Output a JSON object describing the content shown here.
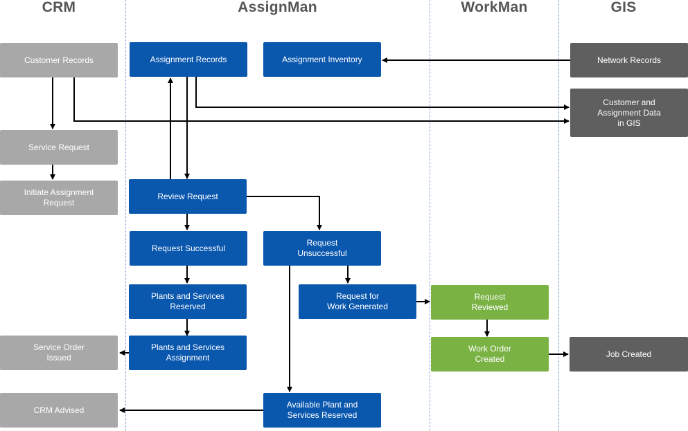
{
  "lanes": {
    "crm": "CRM",
    "assignman": "AssignMan",
    "workman": "WorkMan",
    "gis": "GIS"
  },
  "nodes": {
    "customer_records": "Customer Records",
    "service_request": "Service Request",
    "initiate_assignment_request": "Initiate Assignment\nRequest",
    "service_order_issued": "Service Order\nIssued",
    "crm_advised": "CRM Advised",
    "assignment_records": "Assignment Records",
    "assignment_inventory": "Assignment Inventory",
    "review_request": "Review Request",
    "request_successful": "Request Successful",
    "request_unsuccessful": "Request\nUnsuccessful",
    "plants_services_reserved": "Plants and Services\nReserved",
    "request_for_work_generated": "Request for\nWork Generated",
    "plants_services_assignment": "Plants and Services\nAssignment",
    "available_plant_reserved": "Available Plant and\nServices Reserved",
    "request_reviewed": "Request\nReviewed",
    "work_order_created": "Work Order\nCreated",
    "network_records": "Network Records",
    "customer_assignment_gis": "Customer and\nAssignment Data\nin GIS",
    "job_created": "Job Created"
  },
  "colors": {
    "crm": "#a8a8a8",
    "assignman": "#0a57ae",
    "workman": "#7ab244",
    "gis": "#5f5f5f",
    "arrow": "#000000"
  }
}
